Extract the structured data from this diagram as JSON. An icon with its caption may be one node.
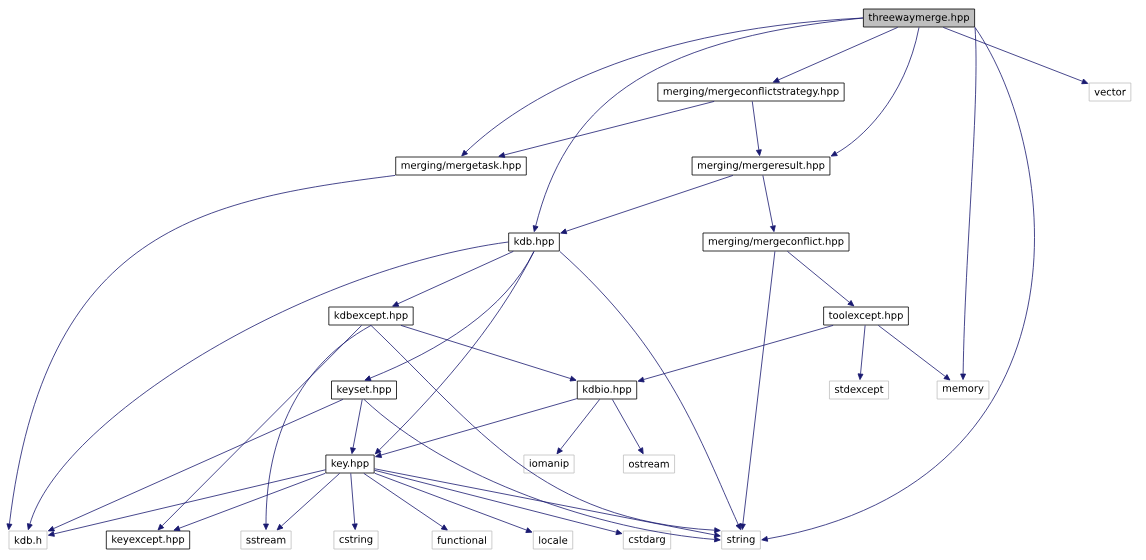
{
  "diagram": {
    "nodes": [
      {
        "text": [
          "threewaymerge.hpp"
        ]
      },
      {
        "text": [
          "merging/mergeconflictstrategy.hpp"
        ]
      },
      {
        "text": [
          "vector"
        ]
      },
      {
        "text": [
          "merging/mergetask.hpp"
        ]
      },
      {
        "text": [
          "merging/mergeresult.hpp"
        ]
      },
      {
        "text": [
          "kdb.hpp"
        ]
      },
      {
        "text": [
          "merging/mergeconflict.hpp"
        ]
      },
      {
        "text": [
          "kdbexcept.hpp"
        ]
      },
      {
        "text": [
          "toolexcept.hpp"
        ]
      },
      {
        "text": [
          "keyset.hpp"
        ]
      },
      {
        "text": [
          "kdbio.hpp"
        ]
      },
      {
        "text": [
          "stdexcept"
        ]
      },
      {
        "text": [
          "memory"
        ]
      },
      {
        "text": [
          "key.hpp"
        ]
      },
      {
        "text": [
          "iomanip"
        ]
      },
      {
        "text": [
          "ostream"
        ]
      },
      {
        "text": [
          "kdb.h"
        ]
      },
      {
        "text": [
          "keyexcept.hpp"
        ]
      },
      {
        "text": [
          "sstream"
        ]
      },
      {
        "text": [
          "cstring"
        ]
      },
      {
        "text": [
          "functional"
        ]
      },
      {
        "text": [
          "locale"
        ]
      },
      {
        "text": [
          "cstdarg"
        ]
      },
      {
        "text": [
          "string"
        ]
      }
    ],
    "edges": [
      {
        "from": 0,
        "to": 1,
        "arrow": "to"
      },
      {
        "from": 0,
        "to": 2,
        "arrow": "to"
      },
      {
        "from": 0,
        "to": 3,
        "arrow": "to"
      },
      {
        "from": 0,
        "to": 4,
        "arrow": "to"
      },
      {
        "from": 0,
        "to": 5,
        "arrow": "to"
      },
      {
        "from": 0,
        "to": 12,
        "arrow": "to"
      },
      {
        "from": 0,
        "to": 23,
        "arrow": "to"
      },
      {
        "from": 1,
        "to": 3,
        "arrow": "to"
      },
      {
        "from": 1,
        "to": 4,
        "arrow": "to"
      },
      {
        "from": 3,
        "to": 16,
        "arrow": "to"
      },
      {
        "from": 4,
        "to": 5,
        "arrow": "to"
      },
      {
        "from": 4,
        "to": 6,
        "arrow": "to"
      },
      {
        "from": 5,
        "to": 16,
        "arrow": "to"
      },
      {
        "from": 5,
        "to": 7,
        "arrow": "to"
      },
      {
        "from": 5,
        "to": 9,
        "arrow": "to"
      },
      {
        "from": 5,
        "to": 13,
        "arrow": "to"
      },
      {
        "from": 5,
        "to": 23,
        "arrow": "to"
      },
      {
        "from": 6,
        "to": 8,
        "arrow": "to"
      },
      {
        "from": 6,
        "to": 23,
        "arrow": "to"
      },
      {
        "from": 7,
        "to": 10,
        "arrow": "to"
      },
      {
        "from": 7,
        "to": 17,
        "arrow": "to"
      },
      {
        "from": 7,
        "to": 18,
        "arrow": "to"
      },
      {
        "from": 7,
        "to": 23,
        "arrow": "to"
      },
      {
        "from": 8,
        "to": 10,
        "arrow": "to"
      },
      {
        "from": 8,
        "to": 11,
        "arrow": "to"
      },
      {
        "from": 8,
        "to": 12,
        "arrow": "to"
      },
      {
        "from": 9,
        "to": 13,
        "arrow": "to"
      },
      {
        "from": 9,
        "to": 16,
        "arrow": "to"
      },
      {
        "from": 9,
        "to": 23,
        "arrow": "to"
      },
      {
        "from": 10,
        "to": 13,
        "arrow": "to"
      },
      {
        "from": 10,
        "to": 14,
        "arrow": "to"
      },
      {
        "from": 10,
        "to": 15,
        "arrow": "to"
      },
      {
        "from": 13,
        "to": 16,
        "arrow": "to"
      },
      {
        "from": 13,
        "to": 17,
        "arrow": "to"
      },
      {
        "from": 13,
        "to": 18,
        "arrow": "to"
      },
      {
        "from": 13,
        "to": 19,
        "arrow": "to"
      },
      {
        "from": 13,
        "to": 20,
        "arrow": "to"
      },
      {
        "from": 13,
        "to": 21,
        "arrow": "to"
      },
      {
        "from": 13,
        "to": 22,
        "arrow": "to"
      },
      {
        "from": 13,
        "to": 23,
        "arrow": "to"
      }
    ]
  }
}
